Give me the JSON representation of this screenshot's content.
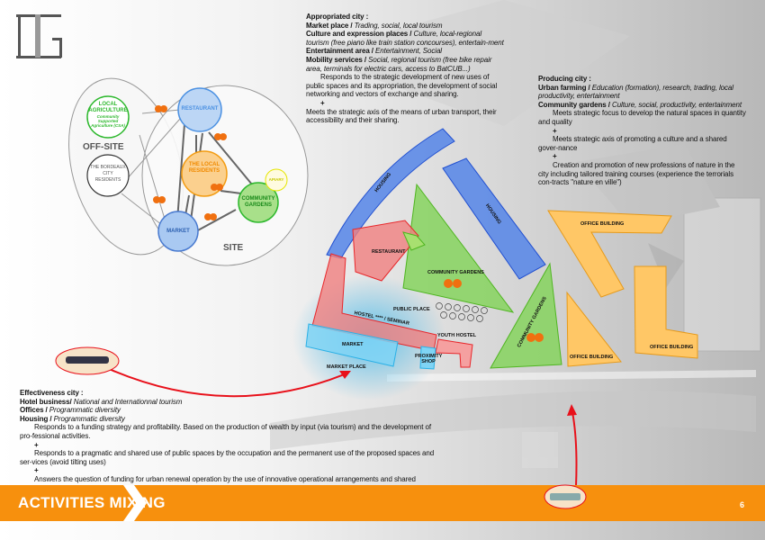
{
  "header": {
    "logo_label": "IG logo"
  },
  "appropriated": {
    "title": "Appropriated city :",
    "items": [
      {
        "name": "Market place /",
        "desc": "Trading, social, local tourism"
      },
      {
        "name": "Culture and expression places /",
        "desc": "Culture, local-regional tourism (free piano like train station concourses), entertain-ment"
      },
      {
        "name": "Entertainment area /",
        "desc": "Entertainment, Social"
      },
      {
        "name": "Mobility services /",
        "desc": "Social, regional tourism (free bike repair area, terminals for electric cars, access to BatCUB...)"
      }
    ],
    "p1": "Responds to the strategic development of new uses of public spaces and its appropriation, the development of social networking and vectors of exchange and sharing.",
    "plus": "+",
    "p2": "Meets the strategic axis of the means of urban transport, their accessibility and their sharing."
  },
  "producing": {
    "title": "Producing city :",
    "items": [
      {
        "name": "Urban farming /",
        "desc": "Education (formation), research, trading, local productivity, entertainment"
      },
      {
        "name": "Community gardens /",
        "desc": "Culture, social, productivity, entertainment"
      }
    ],
    "p1": "Meets strategic focus to develop the natural spaces in quantity and quality",
    "plus": "+",
    "p2": "Meets strategic axis of promoting a culture and a shared gover-nance",
    "p3": "Creation and promotion of new professions of nature in the city including tailored training courses (experience the terrorials con-tracts \"nature en ville\")"
  },
  "effectiveness": {
    "title": "Effectiveness city :",
    "items": [
      {
        "name": "Hotel business/",
        "desc": "National and Internationnal tourism"
      },
      {
        "name": "Offices /",
        "desc": "Programmatic diversity"
      },
      {
        "name": "Housing /",
        "desc": "Programmatic diversity"
      }
    ],
    "p1": "Responds to a funding strategy and profitability. Based on the production of wealth by input (via tourism) and the development of pro-fessional activities.",
    "plus": "+",
    "p2": "Responds to a pragmatic and shared use of public spaces by the occupation and the permanent use of the proposed spaces and ser-vices (avoid tilting uses)",
    "p3": "Answers the question of funding for urban renewal operation by the use of innovative operational arrangements and shared"
  },
  "diagram": {
    "off_site": "OFF-SITE",
    "site": "SITE",
    "local_agriculture": "LOCAL AGRICULTURE",
    "csa": "Community Supported Agriculture (CSA)",
    "bordeaux": "THE BORDEAUX CITY RESIDENTS",
    "restaurant": "RESTAURANT",
    "local_residents": "THE LOCAL RESIDENTS",
    "community_gardens": "COMMUNITY GARDENS",
    "apiary": "APIARY",
    "market": "MARKET"
  },
  "plan": {
    "housing1": "HOUSING",
    "housing2": "HOUSING",
    "restaurant": "RESTAURANT",
    "community_gardens": "COMMUNITY GARDENS",
    "community_gardens2": "COMMUNITY GARDENS",
    "public_place": "PUBLIC PLACE",
    "hostel": "HOSTEL **** / SEMINAR",
    "youth_hostel": "YOUTH HOSTEL",
    "market": "MARKET",
    "proximity_shop": "PROXIMITY SHOP",
    "market_place": "MARKET PLACE",
    "office1": "OFFICE BUILDING",
    "office2": "OFFICE BUILDING",
    "office3": "OFFICE BUILDING"
  },
  "footer": {
    "title": "ACTIVITIES MIXING",
    "page": "6"
  },
  "colors": {
    "orange": "#f7900d",
    "red": "#e8262a",
    "blue": "#4a7be0",
    "green": "#7ed957",
    "office": "#ffc766"
  }
}
